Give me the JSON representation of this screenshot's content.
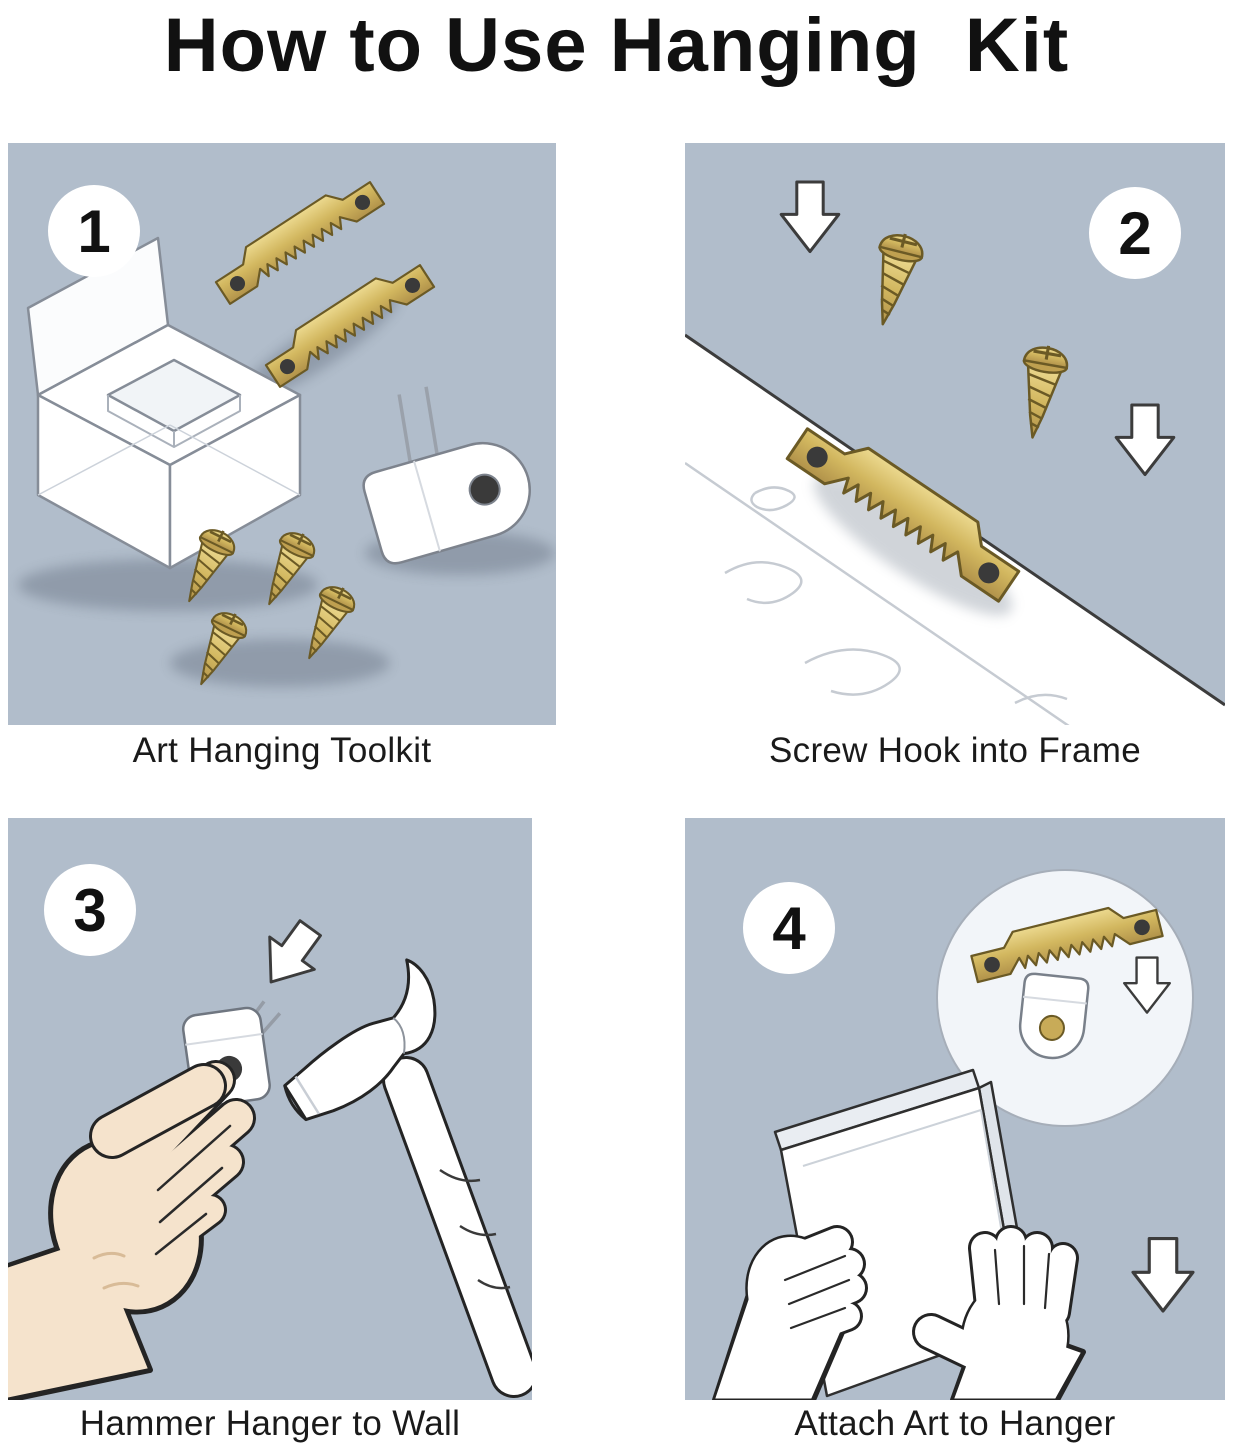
{
  "title": "How to Use Hanging  Kit",
  "panels": [
    {
      "number": "1",
      "caption": "Art Hanging Toolkit"
    },
    {
      "number": "2",
      "caption": "Screw Hook into Frame"
    },
    {
      "number": "3",
      "caption": "Hammer Hanger to Wall"
    },
    {
      "number": "4",
      "caption": "Attach Art to Hanger"
    }
  ],
  "colors": {
    "panel_background": "#b1bdcb",
    "brass": "#d2b75f",
    "brass_dark": "#b1924a",
    "brass_outline": "#6b5a25",
    "skin": "#f5e3cc",
    "outline": "#242424",
    "badge_background": "#ffffff",
    "badge_text": "#111111",
    "caption_text": "#1a1a1a"
  }
}
